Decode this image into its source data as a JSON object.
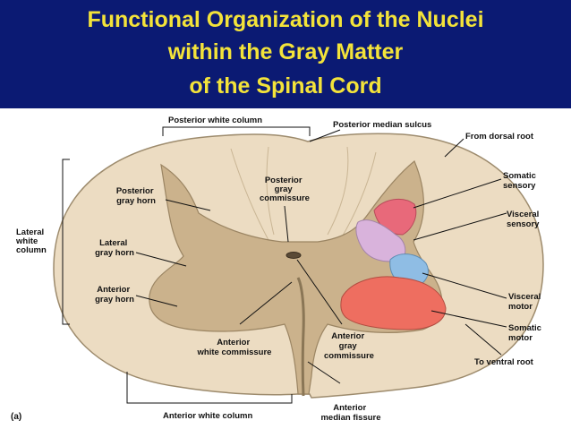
{
  "title": {
    "line1": "Functional Organization of the Nuclei",
    "line2": "within the Gray Matter",
    "line3": "of the Spinal Cord"
  },
  "labels": {
    "posterior_white_column": "Posterior white column",
    "posterior_median_sulcus": "Posterior median sulcus",
    "from_dorsal_root": "From dorsal root",
    "posterior_gray_horn": [
      "Posterior",
      "gray horn"
    ],
    "posterior_gray_commissure": [
      "Posterior",
      "gray",
      "commissure"
    ],
    "somatic_sensory": [
      "Somatic",
      "sensory"
    ],
    "visceral_sensory": [
      "Visceral",
      "sensory"
    ],
    "lateral_white_column": [
      "Lateral",
      "white",
      "column"
    ],
    "lateral_gray_horn": [
      "Lateral",
      "gray horn"
    ],
    "anterior_gray_horn": [
      "Anterior",
      "gray horn"
    ],
    "visceral_motor": [
      "Visceral",
      "motor"
    ],
    "somatic_motor": [
      "Somatic",
      "motor"
    ],
    "anterior_white_commissure": [
      "Anterior",
      "white commissure"
    ],
    "anterior_gray_commissure": [
      "Anterior",
      "gray",
      "commissure"
    ],
    "to_ventral_root": "To ventral root",
    "anterior_white_column": "Anterior white column",
    "anterior_median_fissure": [
      "Anterior",
      "median fissure"
    ],
    "figure_tag": "(a)"
  },
  "colors": {
    "title_bg": "#0b1a73",
    "title_text": "#f3e33a",
    "white_matter": "#ecdcc2",
    "gray_matter": "#cbb28c",
    "somatic_sensory": "#e8697a",
    "visceral_sensory": "#d9b3dc",
    "visceral_motor": "#8fbde4",
    "somatic_motor": "#ee6e60"
  }
}
